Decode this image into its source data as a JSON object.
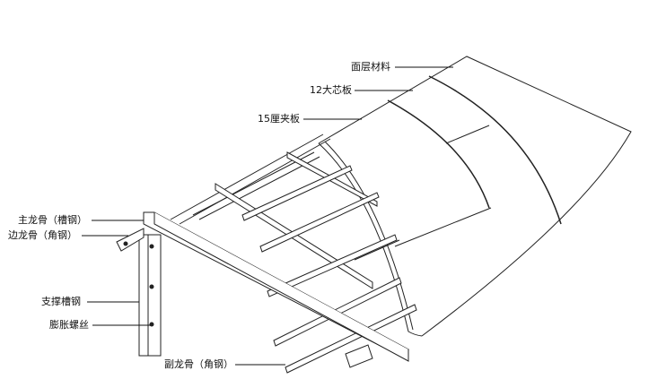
{
  "labels": {
    "surface": "面层材料",
    "core_board": "12大芯板",
    "plywood": "15厘夹板",
    "main_keel": "主龙骨（槽钢）",
    "edge_keel": "边龙骨（角钢）",
    "support_channel": "支撑槽钢",
    "expansion_bolt": "膨胀螺丝",
    "secondary_keel": "副龙骨（角钢）"
  }
}
